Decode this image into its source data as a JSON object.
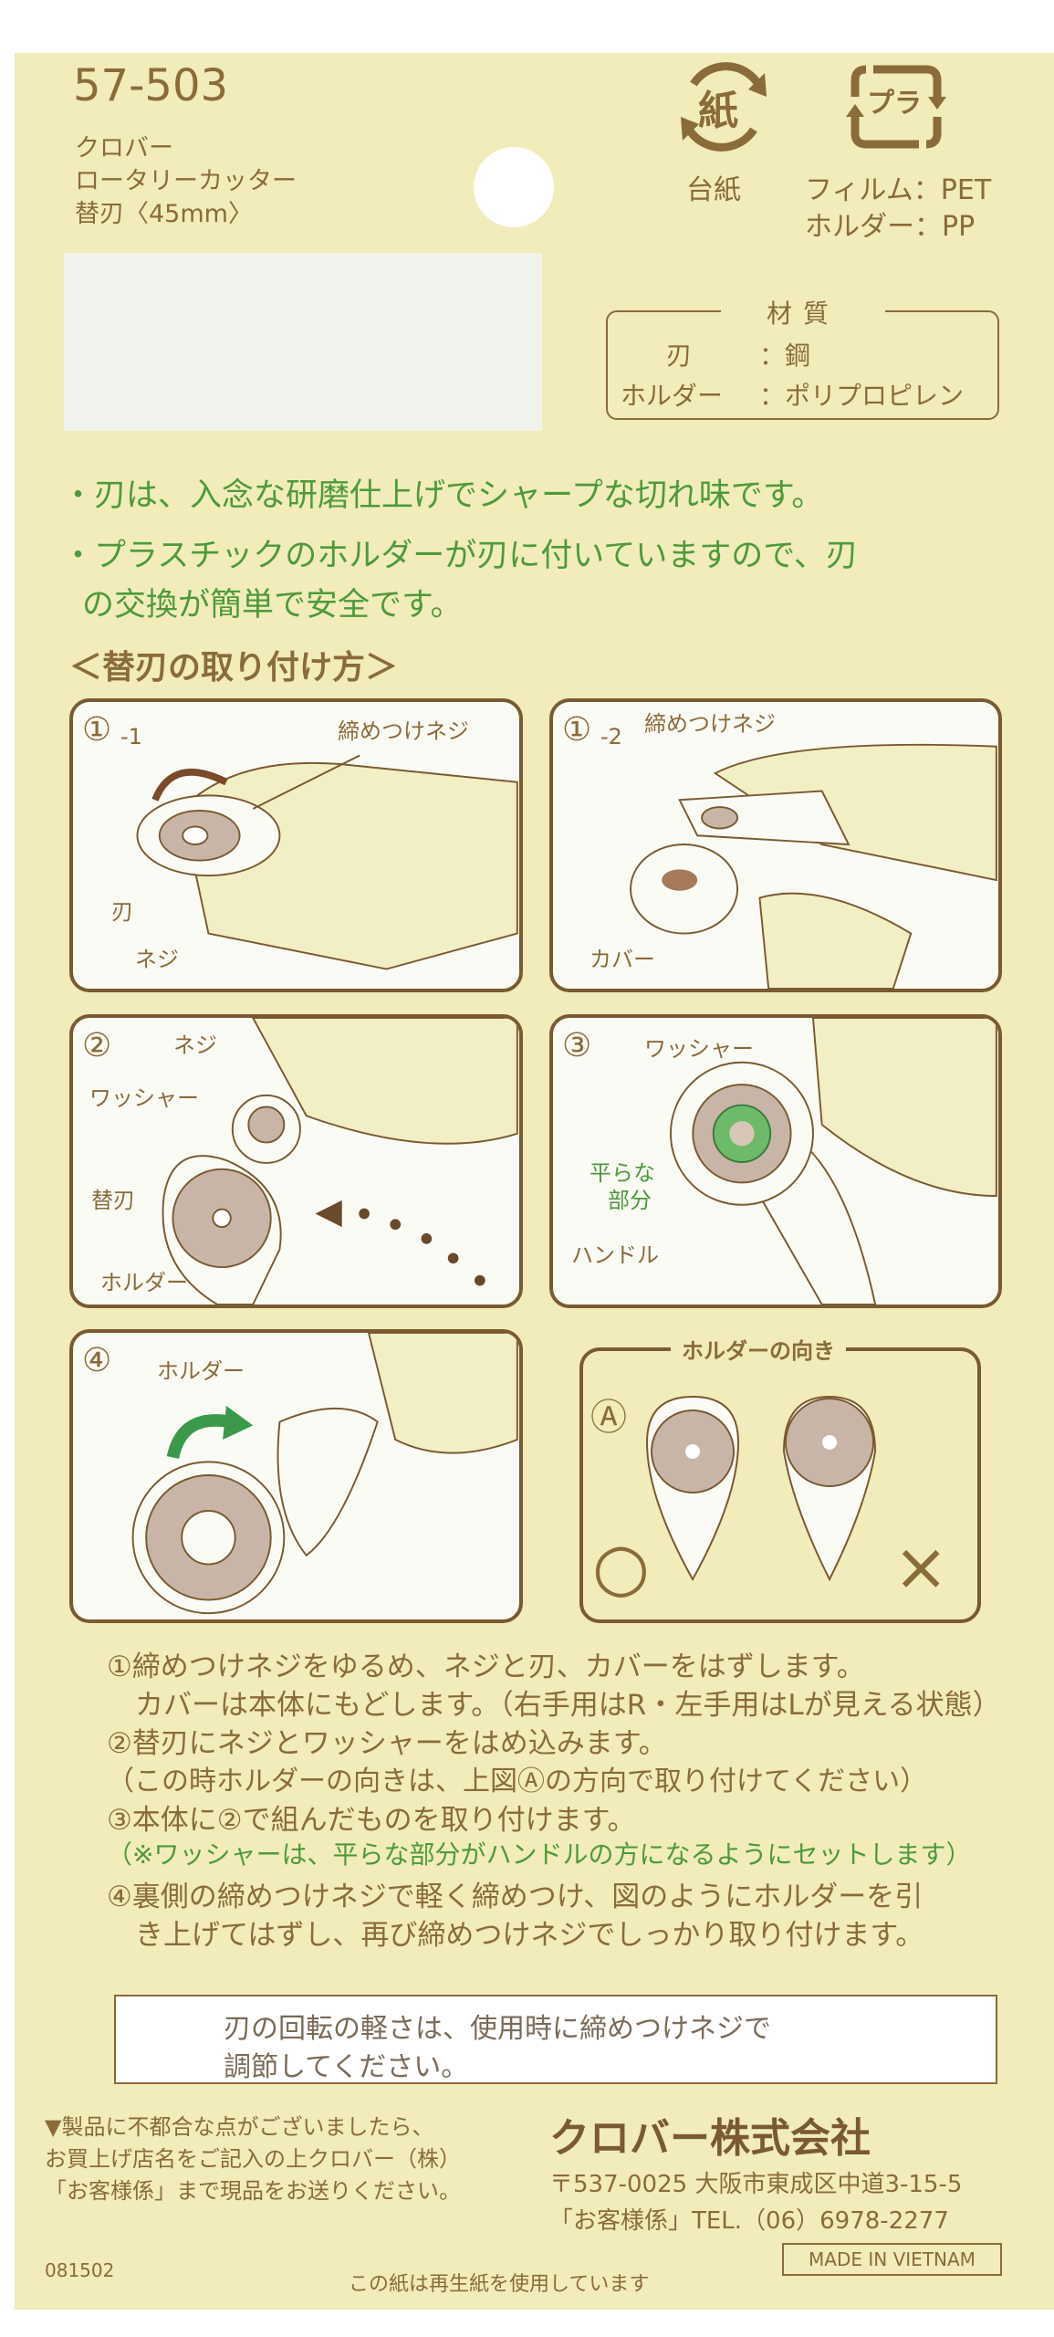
{
  "header": {
    "product_code": "57-503",
    "brand": "クロバー",
    "product_name": "ロータリーカッター",
    "variant": "替刃〈45mm〉"
  },
  "recycle": {
    "paper_icon_label": "紙",
    "plastic_icon_label": "プラ",
    "paper_caption": "台紙",
    "film": "フィルム：PET",
    "holder": "ホルダー：PP"
  },
  "materials": {
    "title": "材質",
    "rows": [
      {
        "part": "刃",
        "material": "：鋼"
      },
      {
        "part": "ホルダー",
        "material": "：ポリプロピレン"
      }
    ]
  },
  "features": [
    "・刃は、入念な研磨仕上げでシャープな切れ味です。",
    "・プラスチックのホルダーが刃に付いていますので、刃",
    "の交換が簡単で安全です。"
  ],
  "howto": {
    "title": "＜替刃の取り付け方＞",
    "step1_1": {
      "num": "①",
      "sub": "-1",
      "screw": "締めつけネジ",
      "blade": "刃",
      "nut": "ネジ"
    },
    "step1_2": {
      "num": "①",
      "sub": "-2",
      "screw": "締めつけネジ",
      "cover": "カバー"
    },
    "step2": {
      "num": "②",
      "nut": "ネジ",
      "washer": "ワッシャー",
      "blade": "替刃",
      "holder": "ホルダー"
    },
    "step3": {
      "num": "③",
      "washer": "ワッシャー",
      "flat1": "平らな",
      "flat2": "部分",
      "handle": "ハンドル"
    },
    "step4": {
      "num": "④",
      "holder": "ホルダー"
    },
    "orientation": {
      "title": "ホルダーの向き",
      "marker": "Ⓐ",
      "ok": "○",
      "ng": "×"
    }
  },
  "instructions": [
    {
      "text": "①締めつけネジをゆるめ、ネジと刃、カバーをはずします。",
      "tone": "brown"
    },
    {
      "text": "　カバーは本体にもどします。（右手用はR・左手用はLが見える状態）",
      "tone": "brown"
    },
    {
      "text": "②替刃にネジとワッシャーをはめ込みます。",
      "tone": "brown"
    },
    {
      "text": "（この時ホルダーの向きは、上図Ⓐの方向で取り付けてください）",
      "tone": "brown"
    },
    {
      "text": "③本体に②で組んだものを取り付けます。",
      "tone": "brown"
    },
    {
      "text": "（※ワッシャーは、平らな部分がハンドルの方になるようにセットします）",
      "tone": "green"
    },
    {
      "text": "④裏側の締めつけネジで軽く締めつけ、図のようにホルダーを引",
      "tone": "brown"
    },
    {
      "text": "　き上げてはずし、再び締めつけネジでしっかり取り付けます。",
      "tone": "brown"
    }
  ],
  "note": [
    "刃の回転の軽さは、使用時に締めつけネジで",
    "調節してください。"
  ],
  "footer": {
    "contact": [
      "▼製品に不都合な点がございましたら、",
      "お買上げ店名をご記入の上クロバー（株）",
      "「お客様係」まで現品をお送りください。"
    ],
    "company": "クロバー株式会社",
    "address": "〒537-0025 大阪市東成区中道3-15-5",
    "tel": "「お客様係」TEL.（06）6978-2277",
    "code": "081502",
    "recycled": "この紙は再生紙を使用しています",
    "origin": "MADE IN VIETNAM"
  },
  "colors": {
    "card": "#f1ecba",
    "brown": "#8a6b3a",
    "green": "#4d9a3c"
  }
}
